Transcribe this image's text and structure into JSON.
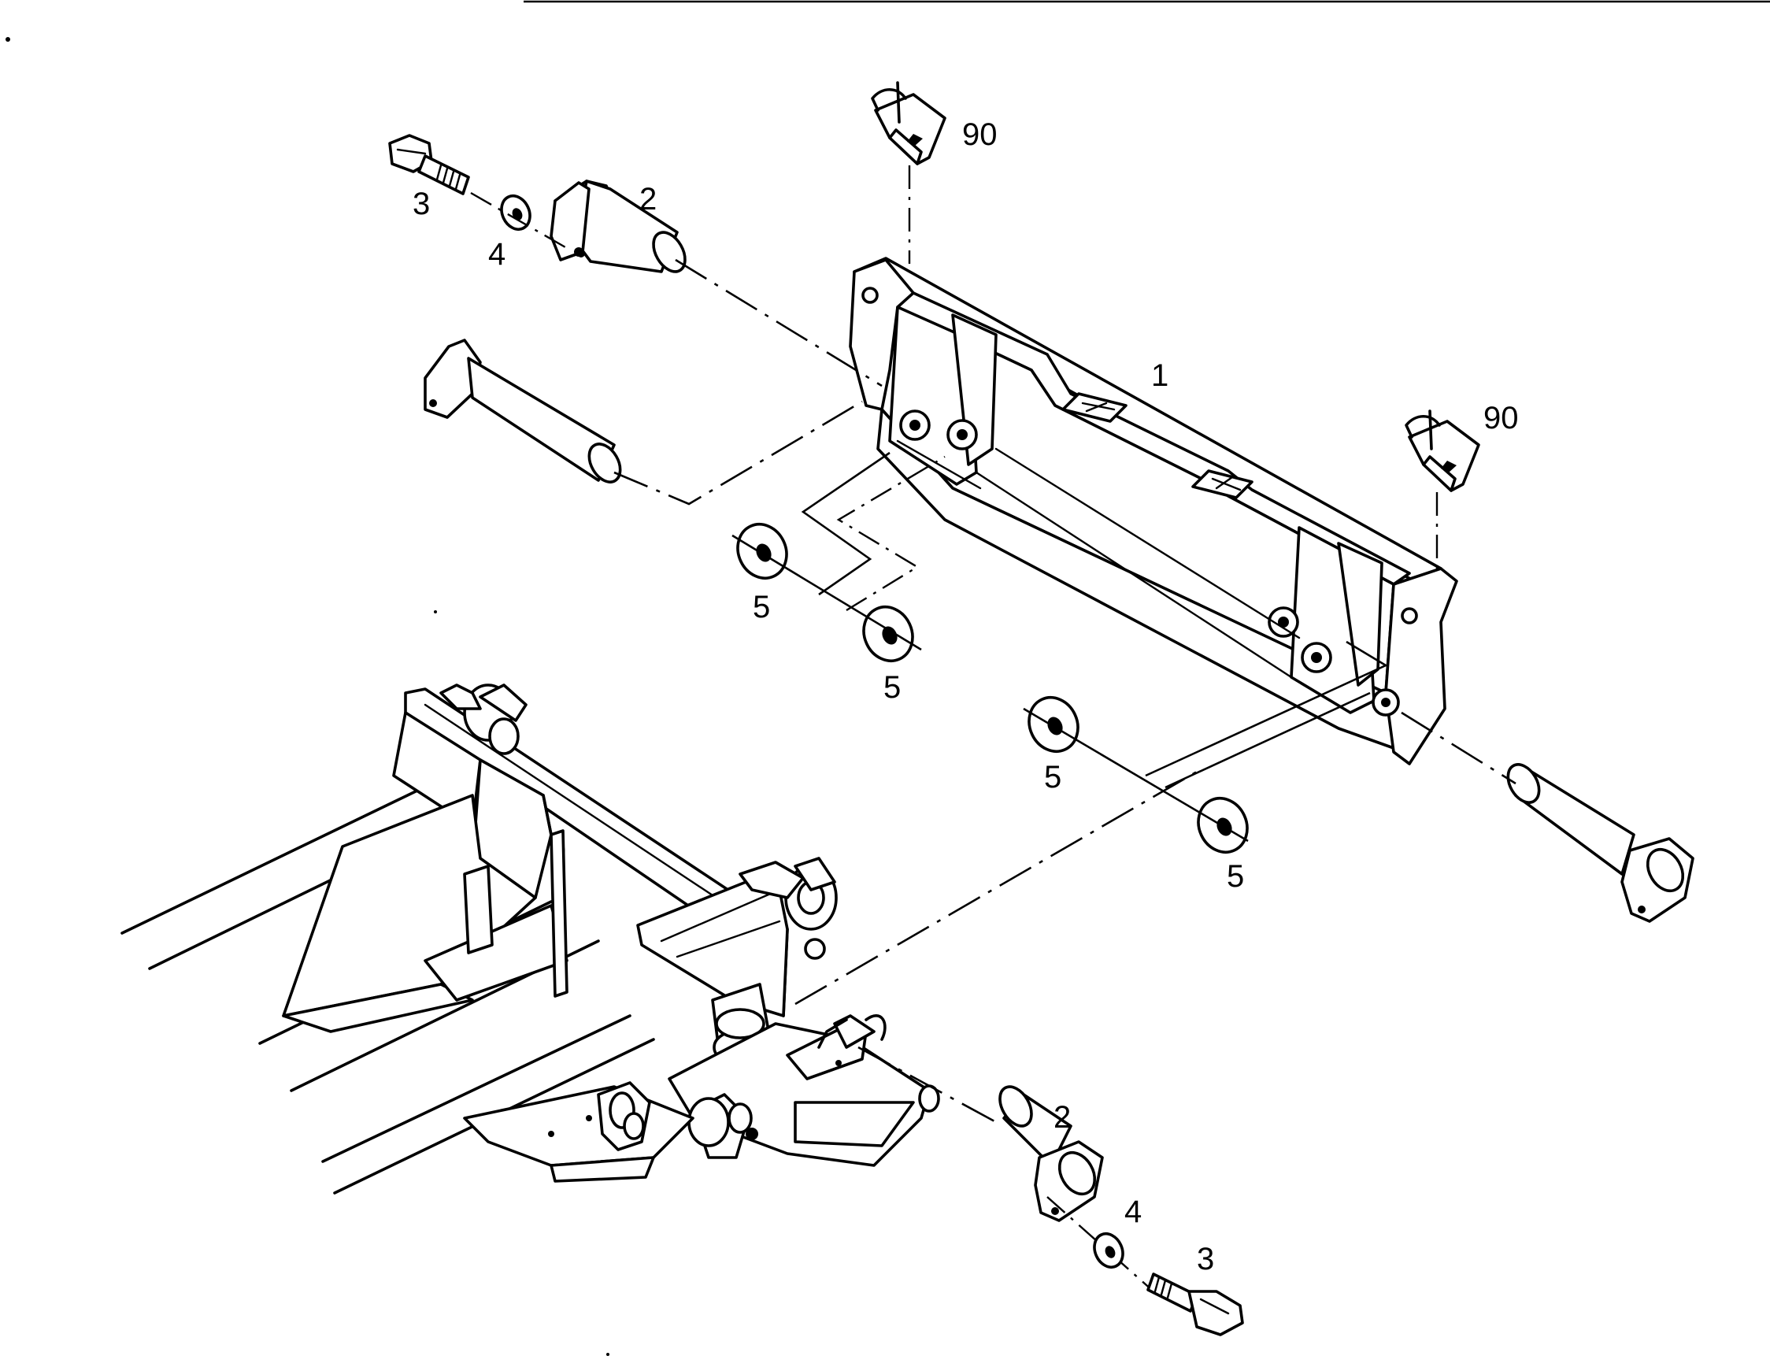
{
  "callouts": [
    {
      "id": "c-90-top",
      "label": "90"
    },
    {
      "id": "c-90-right",
      "label": "90"
    },
    {
      "id": "c-1",
      "label": "1"
    },
    {
      "id": "c-2-top",
      "label": "2"
    },
    {
      "id": "c-3-top",
      "label": "3"
    },
    {
      "id": "c-4-top",
      "label": "4"
    },
    {
      "id": "c-5-a",
      "label": "5"
    },
    {
      "id": "c-5-b",
      "label": "5"
    },
    {
      "id": "c-5-c",
      "label": "5"
    },
    {
      "id": "c-5-d",
      "label": "5"
    },
    {
      "id": "c-2-bottom",
      "label": "2"
    },
    {
      "id": "c-4-bottom",
      "label": "4"
    },
    {
      "id": "c-3-bottom",
      "label": "3"
    }
  ]
}
